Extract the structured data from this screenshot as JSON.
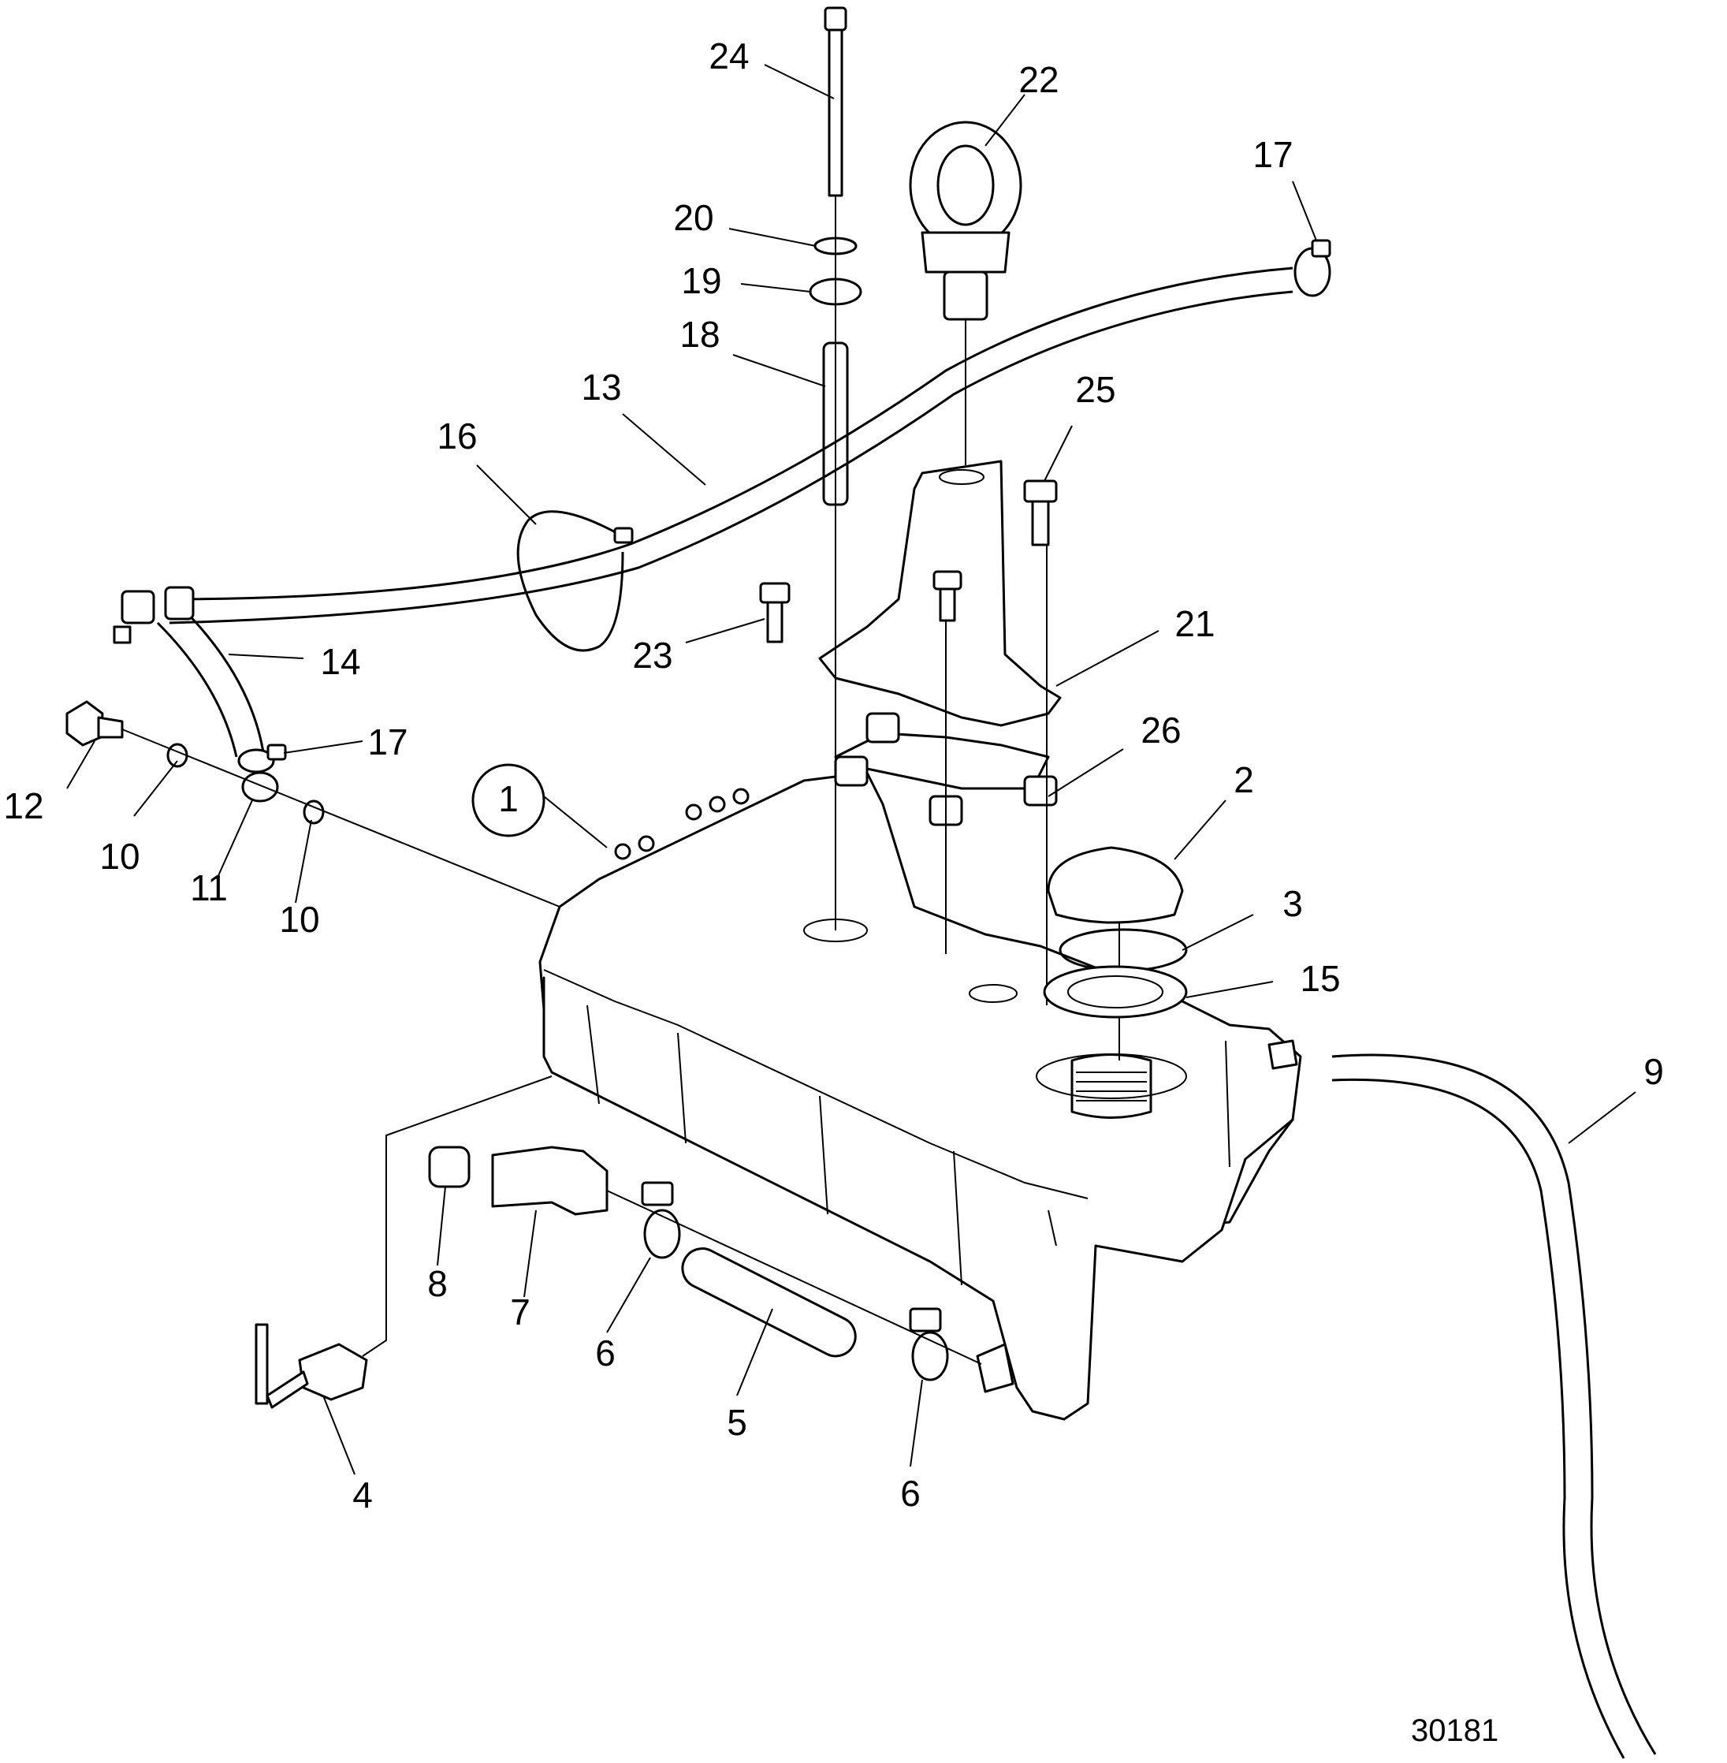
{
  "figure_number": "30181",
  "circled_callout": "1",
  "callouts": [
    "2",
    "3",
    "4",
    "5",
    "6",
    "6",
    "7",
    "8",
    "9",
    "10",
    "10",
    "11",
    "12",
    "13",
    "14",
    "15",
    "16",
    "17",
    "17",
    "18",
    "19",
    "20",
    "21",
    "22",
    "23",
    "24",
    "25",
    "26"
  ]
}
